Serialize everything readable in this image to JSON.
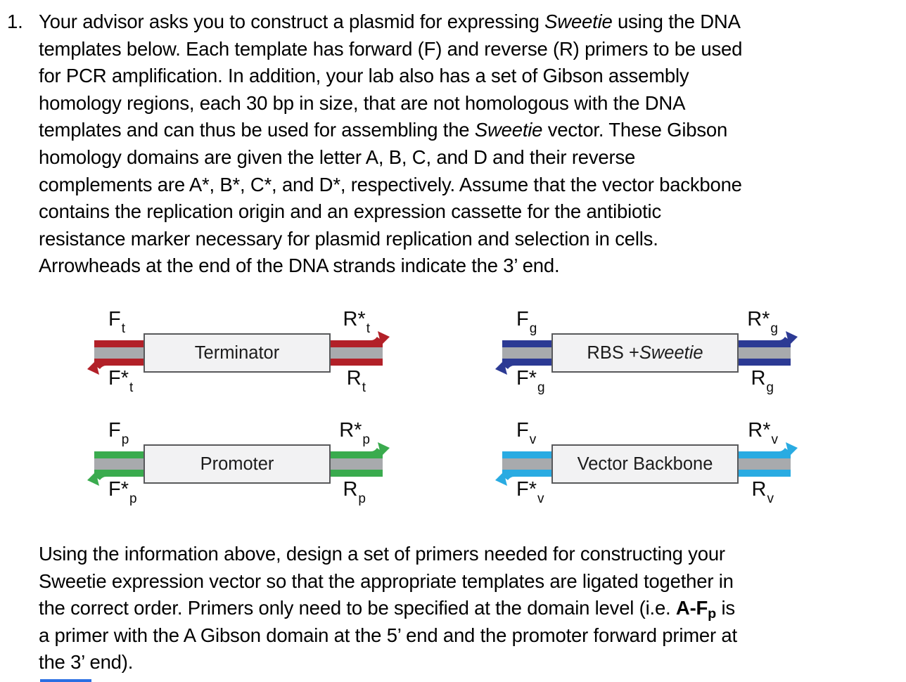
{
  "problem": {
    "number": "1.",
    "intro_lines": [
      [
        {
          "t": "Your advisor asks you to construct a plasmid for expressing "
        },
        {
          "t": "Sweetie",
          "i": 1
        },
        {
          "t": " using the DNA"
        }
      ],
      [
        {
          "t": "templates below. Each template has forward (F) and reverse (R) primers to be used"
        }
      ],
      [
        {
          "t": "for PCR amplification. In addition, your lab also has a set of Gibson assembly"
        }
      ],
      [
        {
          "t": "homology regions, each 30 bp in size, that are not homologous with the DNA"
        }
      ],
      [
        {
          "t": "templates and can thus be used for assembling the "
        },
        {
          "t": "Sweetie",
          "i": 1
        },
        {
          "t": " vector. These Gibson"
        }
      ],
      [
        {
          "t": "homology domains are given the letter A, B, C, and D and their reverse"
        }
      ],
      [
        {
          "t": "complements are A*, B*, C*, and D*, respectively. Assume that the vector backbone"
        }
      ],
      [
        {
          "t": "contains the replication origin and an expression cassette for the antibiotic"
        }
      ],
      [
        {
          "t": "resistance marker necessary for plasmid replication and selection in cells."
        }
      ],
      [
        {
          "t": "Arrowheads at the end of the DNA strands indicate the 3’ end."
        }
      ]
    ],
    "closing_lines": [
      [
        {
          "t": "Using the information above, design a set of primers needed for constructing your"
        }
      ],
      [
        {
          "t": "Sweetie expression vector so that the appropriate templates are ligated together in"
        }
      ],
      [
        {
          "t": "the correct order. Primers only need to be specified at the domain level (i.e. "
        },
        {
          "t": "A-F",
          "b": 1
        },
        {
          "t": "p",
          "b": 1,
          "s": 1
        },
        {
          "t": " is"
        }
      ],
      [
        {
          "t": "a primer with the A Gibson domain at the 5’ end and the promoter forward primer at"
        }
      ],
      [
        {
          "t": "the 3’ end)."
        }
      ]
    ]
  },
  "diagrams": [
    {
      "id": "terminator",
      "box": [
        {
          "t": "Terminator"
        }
      ],
      "color": "#b22028",
      "duplex_color": "#a8aaad",
      "labels": {
        "tl": {
          "t": "F",
          "sub": "t"
        },
        "tr": {
          "t": "R*",
          "sub": "t"
        },
        "bl": {
          "t": "F*",
          "sub": "t"
        },
        "br": {
          "t": "R",
          "sub": "t"
        }
      }
    },
    {
      "id": "rbs-sweetie",
      "box": [
        {
          "t": "RBS + "
        },
        {
          "t": "Sweetie",
          "i": 1
        }
      ],
      "color": "#2c3a94",
      "duplex_color": "#a8aaad",
      "labels": {
        "tl": {
          "t": "F",
          "sub": "g"
        },
        "tr": {
          "t": "R*",
          "sub": "g"
        },
        "bl": {
          "t": "F*",
          "sub": "g"
        },
        "br": {
          "t": "R",
          "sub": "g"
        }
      }
    },
    {
      "id": "promoter",
      "box": [
        {
          "t": "Promoter"
        }
      ],
      "color": "#3aab4e",
      "duplex_color": "#a8aaad",
      "labels": {
        "tl": {
          "t": "F",
          "sub": "p"
        },
        "tr": {
          "t": "R*",
          "sub": "p"
        },
        "bl": {
          "t": "F*",
          "sub": "p"
        },
        "br": {
          "t": "R",
          "sub": "p"
        }
      }
    },
    {
      "id": "vector-backbone",
      "box": [
        {
          "t": "Vector Backbone"
        }
      ],
      "color": "#29abe2",
      "duplex_color": "#a8aaad",
      "labels": {
        "tl": {
          "t": "F",
          "sub": "v"
        },
        "tr": {
          "t": "R*",
          "sub": "v"
        },
        "bl": {
          "t": "F*",
          "sub": "v"
        },
        "br": {
          "t": "R",
          "sub": "v"
        }
      }
    }
  ],
  "artifacts": {
    "bottom_blue_bar_color": "#2b6fe3"
  },
  "style_tokens": {
    "box_fill": "#f2f2f3",
    "box_border": "#58595b",
    "text_color": "#000000"
  }
}
